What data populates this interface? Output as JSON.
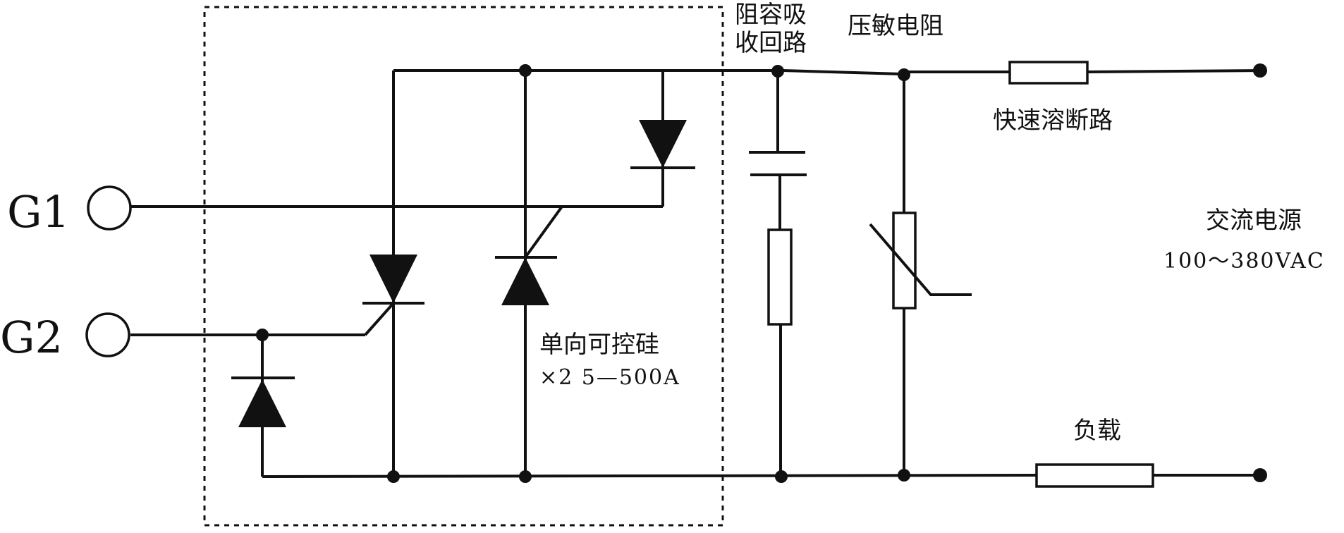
{
  "terminals": {
    "g1": "G1",
    "g2": "G2"
  },
  "labels": {
    "snubber_line1": "阻容吸",
    "snubber_line2": "收回路",
    "varistor": "压敏电阻",
    "fuse": "快速溶断路",
    "ac_source_line1": "交流电源",
    "ac_source_line2": "100～380VAC",
    "thyristor_line1": "单向可控硅",
    "thyristor_line2": "×2 5—500A",
    "load": "负载"
  },
  "colors": {
    "ink": "#111111",
    "background": "#ffffff"
  }
}
